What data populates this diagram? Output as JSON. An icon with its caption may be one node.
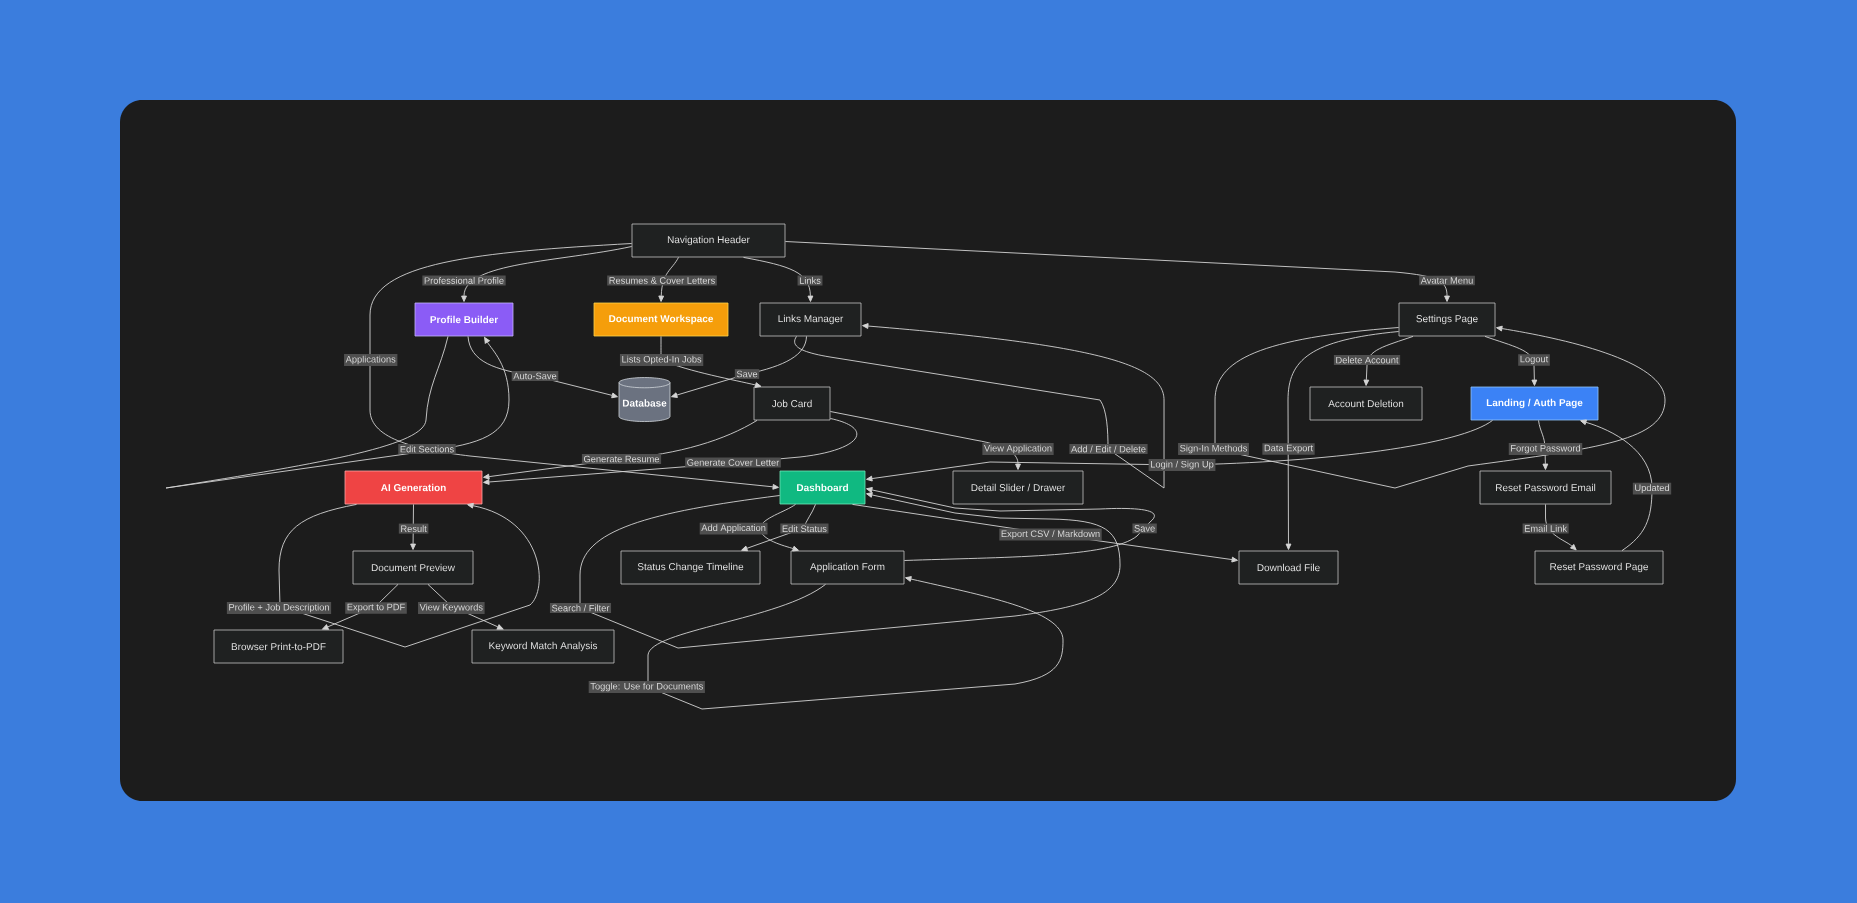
{
  "diagram": {
    "nodes": [
      {
        "text": [
          "Navigation Header"
        ]
      },
      {
        "text": [
          "Profile Builder"
        ]
      },
      {
        "text": [
          "Document Workspace"
        ]
      },
      {
        "text": [
          "Links Manager"
        ]
      },
      {
        "text": [
          "Settings Page"
        ]
      },
      {
        "text": [
          "Database"
        ]
      },
      {
        "text": [
          "Job Card"
        ]
      },
      {
        "text": [
          "Account Deletion"
        ]
      },
      {
        "text": [
          "Landing / Auth Page"
        ]
      },
      {
        "text": [
          "AI Generation"
        ]
      },
      {
        "text": [
          "Dashboard"
        ]
      },
      {
        "text": [
          "Detail Slider / Drawer"
        ]
      },
      {
        "text": [
          "Reset Password Email"
        ]
      },
      {
        "text": [
          "Document Preview"
        ]
      },
      {
        "text": [
          "Status Change Timeline"
        ]
      },
      {
        "text": [
          "Application Form"
        ]
      },
      {
        "text": [
          "Download File"
        ]
      },
      {
        "text": [
          "Reset Password Page"
        ]
      },
      {
        "text": [
          "Browser Print-to-PDF"
        ]
      },
      {
        "text": [
          "Keyword Match Analysis"
        ]
      }
    ],
    "edges": [
      {
        "from": 0,
        "to": 1,
        "arrow": "to",
        "label": "Professional Profile"
      },
      {
        "from": 0,
        "to": 2,
        "arrow": "to",
        "label": "Resumes & Cover Letters"
      },
      {
        "from": 0,
        "to": 3,
        "arrow": "to",
        "label": "Links"
      },
      {
        "from": 0,
        "to": 4,
        "arrow": "to",
        "label": "Avatar Menu"
      },
      {
        "from": 0,
        "to": 10,
        "arrow": "to",
        "label": "Applications"
      },
      {
        "from": 1,
        "to": 1,
        "arrow": "to",
        "label": "Edit Sections"
      },
      {
        "from": 1,
        "to": 5,
        "arrow": "to",
        "label": "Auto-Save"
      },
      {
        "from": 2,
        "to": 6,
        "arrow": "to",
        "label": "Lists Opted-In Jobs"
      },
      {
        "from": 3,
        "to": 5,
        "arrow": "to",
        "label": "Save"
      },
      {
        "from": 3,
        "to": 3,
        "arrow": "to",
        "label": "Add / Edit / Delete"
      },
      {
        "from": 6,
        "to": 9,
        "arrow": "to",
        "label": "Generate Resume"
      },
      {
        "from": 6,
        "to": 9,
        "arrow": "to",
        "label": "Generate Cover Letter"
      },
      {
        "from": 6,
        "to": 11,
        "arrow": "to",
        "label": "View Application"
      },
      {
        "from": 4,
        "to": 7,
        "arrow": "to",
        "label": "Delete Account"
      },
      {
        "from": 4,
        "to": 8,
        "arrow": "to",
        "label": "Logout"
      },
      {
        "from": 4,
        "to": 16,
        "arrow": "to",
        "label": "Data Export"
      },
      {
        "from": 4,
        "to": 4,
        "arrow": "to",
        "label": "Sign-In Methods"
      },
      {
        "from": 8,
        "to": 10,
        "arrow": "to",
        "label": "Login / Sign Up"
      },
      {
        "from": 8,
        "to": 12,
        "arrow": "to",
        "label": "Forgot Password"
      },
      {
        "from": 9,
        "to": 13,
        "arrow": "to",
        "label": "Result"
      },
      {
        "from": 9,
        "to": 9,
        "arrow": "to",
        "label": "Profile + Job Description"
      },
      {
        "from": 10,
        "to": 15,
        "arrow": "to",
        "label": "Add Application"
      },
      {
        "from": 10,
        "to": 14,
        "arrow": "to",
        "label": "Edit Status"
      },
      {
        "from": 10,
        "to": 10,
        "arrow": "to",
        "label": "Search / Filter"
      },
      {
        "from": 10,
        "to": 16,
        "arrow": "to",
        "label": "Export CSV / Markdown"
      },
      {
        "from": 15,
        "to": 10,
        "arrow": "to",
        "label": "Save"
      },
      {
        "from": 15,
        "to": 15,
        "arrow": "to",
        "label": "Toggle: Use for Documents"
      },
      {
        "from": 12,
        "to": 17,
        "arrow": "to",
        "label": "Email Link"
      },
      {
        "from": 17,
        "to": 8,
        "arrow": "to",
        "label": "Updated"
      },
      {
        "from": 13,
        "to": 18,
        "arrow": "to",
        "label": "Export to PDF"
      },
      {
        "from": 13,
        "to": 19,
        "arrow": "to",
        "label": "View Keywords"
      }
    ]
  }
}
